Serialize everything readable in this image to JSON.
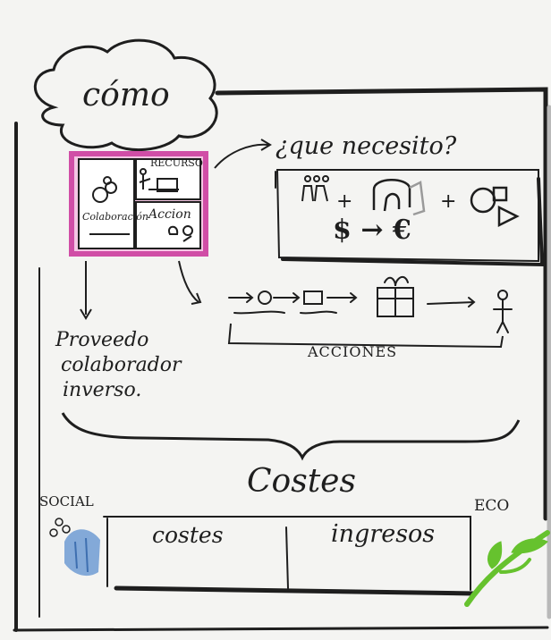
{
  "cloud_title": "cómo",
  "question": "¿que necesito?",
  "needs_money": "$ → €",
  "canvas_box": {
    "collaboration": "Colaboración",
    "resources": "RECURSO",
    "action": "Accion"
  },
  "providers_note": [
    "Proveedo",
    "colaborador",
    "inverso."
  ],
  "actions_label": "ACCIONES",
  "costs_title": "Costes",
  "table": {
    "left_label": "SOCIAL",
    "right_label": "ECO",
    "col_costs": "costes",
    "col_income": "ingresos"
  },
  "colors": {
    "ink": "#1e1e1e",
    "pink": "#d04ea6",
    "pink_fill": "#f4c6e3",
    "blue": "#6f9bd3",
    "green": "#66c22e",
    "grey_shadow": "#b9b9b9"
  }
}
